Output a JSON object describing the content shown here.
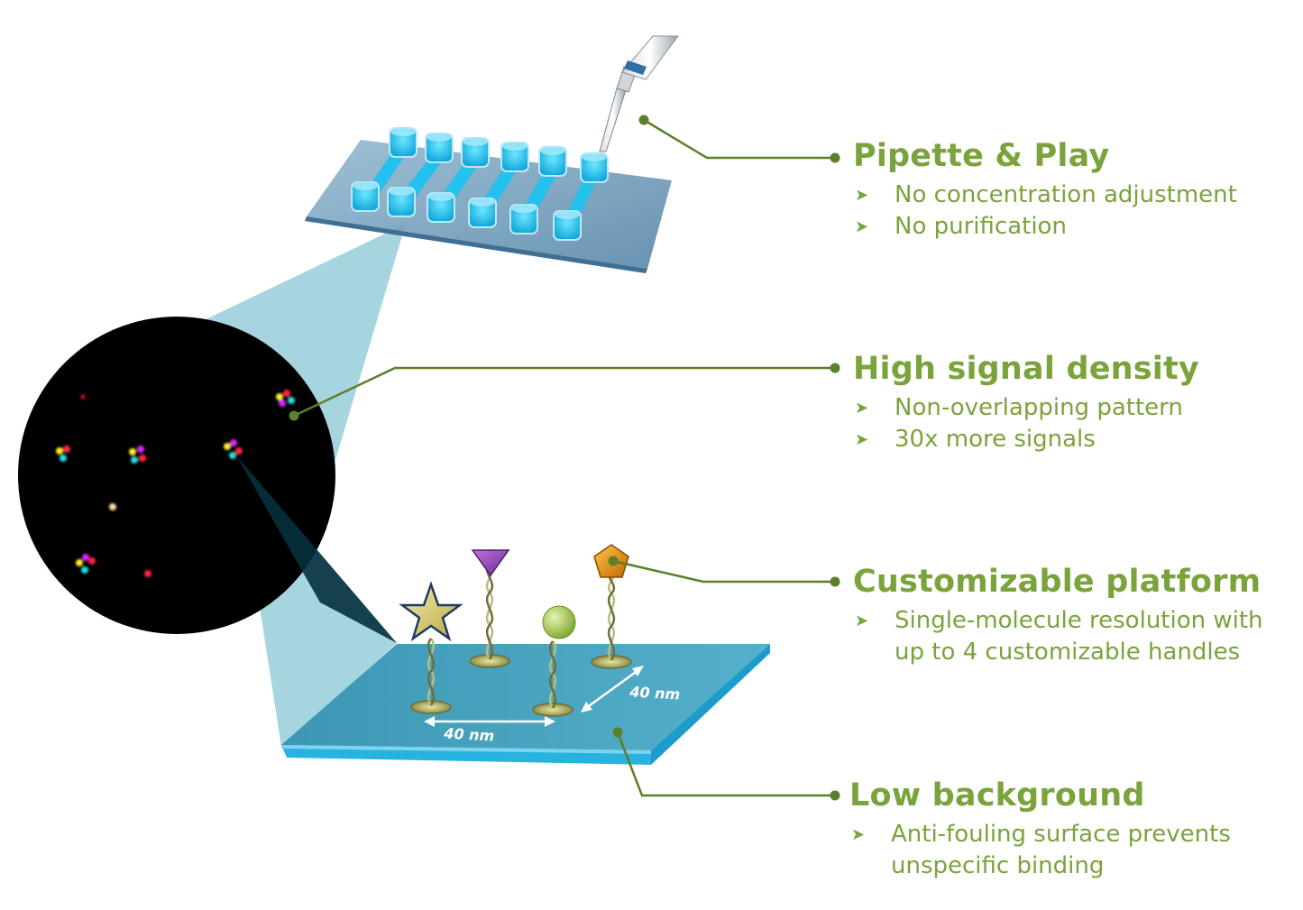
{
  "features": [
    {
      "title": "Pipette & Play",
      "bullets": [
        "No concentration adjustment",
        "No purification"
      ]
    },
    {
      "title": "High signal density",
      "bullets": [
        "Non-overlapping pattern",
        "30x more signals"
      ]
    },
    {
      "title": "Customizable platform",
      "bullets": [
        "Single-molecule resolution with",
        "up to 4 customizable handles"
      ]
    },
    {
      "title": "Low background",
      "bullets": [
        "Anti-fouling surface prevents",
        "unspecific binding"
      ]
    }
  ],
  "dimensions": {
    "label_horizontal": "40 nm",
    "label_diagonal": "40 nm"
  },
  "colors": {
    "accent_green": "#7aa33b",
    "connector_green": "#5c7f2a",
    "chip_blue": "#4da6c4",
    "well_cyan": "#29c6ee",
    "zoom_cone": "#a6d5e0"
  },
  "icons": [
    "pipette-icon",
    "chip-icon",
    "microscope-view-icon",
    "star-icon",
    "triangle-icon",
    "sphere-icon",
    "pentagon-icon",
    "bullet-arrow-icon"
  ]
}
